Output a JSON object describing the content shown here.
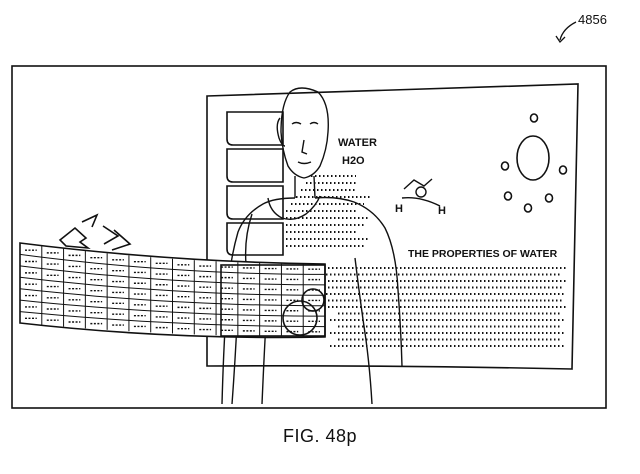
{
  "figure": {
    "reference_number": "4856",
    "caption": "FIG. 48p"
  },
  "screen": {
    "heading_line1": "WATER",
    "heading_line2": "H2O",
    "subtitle": "THE PROPERTIES OF WATER",
    "molecule_h_left": "H",
    "molecule_h_right": "H"
  },
  "colors": {
    "line": "#111111",
    "background": "#ffffff"
  }
}
